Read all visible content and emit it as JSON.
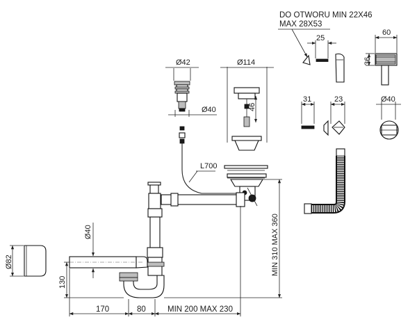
{
  "annotations": {
    "hole_note_line1": "DO OTWORU MIN 22X46",
    "hole_note_line2": "MAX 28X53",
    "dim_25": "25",
    "dim_60": "60",
    "dim_36": "36",
    "dim_42": "Ø42",
    "dim_114": "Ø114",
    "dim_46": "46",
    "dim_40_plug": "Ø40",
    "dim_31": "31",
    "dim_23": "23",
    "dim_40_side": "Ø40",
    "dim_l700": "L700",
    "dim_40_pipe": "Ø40",
    "dim_82": "Ø82",
    "dim_130": "130",
    "dim_height": "MIN 310 MAX 360",
    "dim_170": "170",
    "dim_80": "80",
    "dim_length": "MIN 200 MAX 230"
  }
}
